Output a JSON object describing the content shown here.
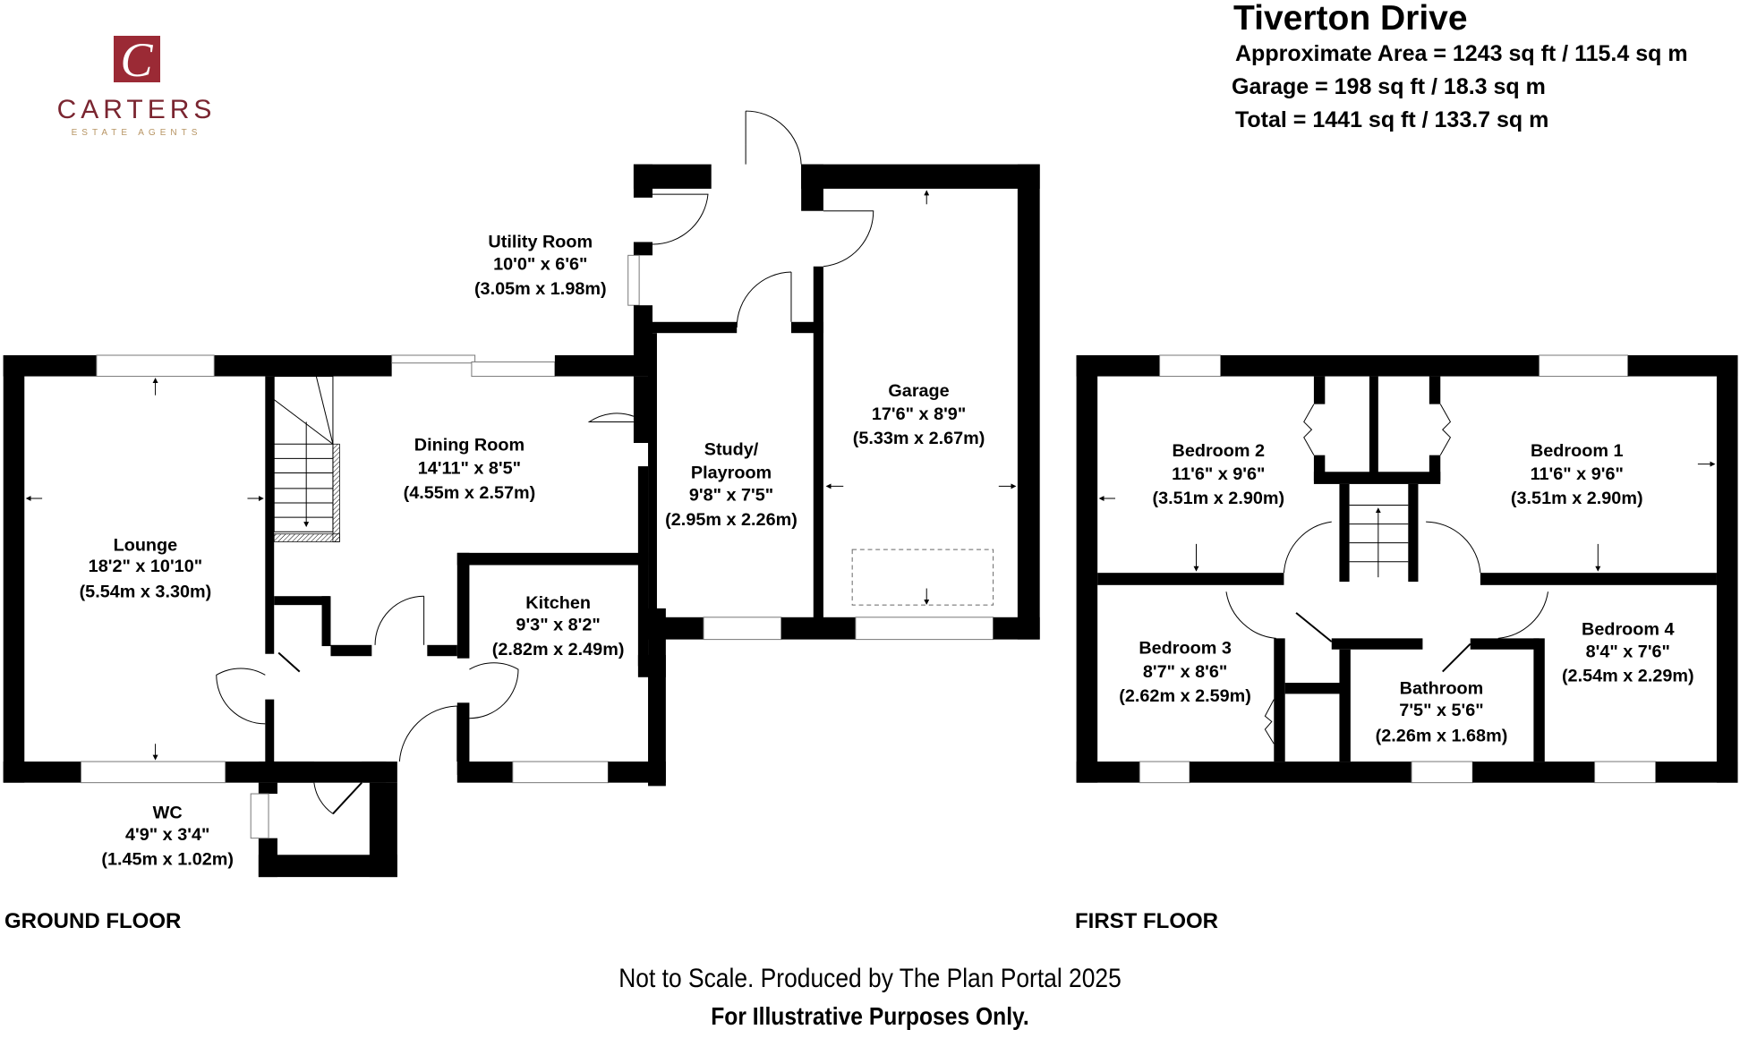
{
  "brand": {
    "logo_letter": "C",
    "name": "CARTERS",
    "tagline": "ESTATE AGENTS",
    "colors": {
      "mark": "#9b2a35",
      "name": "#7a2530",
      "tagline": "#b79463"
    }
  },
  "header": {
    "title": "Tiverton Drive",
    "approx_area": "Approximate Area = 1243 sq ft / 115.4 sq m",
    "garage_area": "Garage = 198 sq ft / 18.3 sq m",
    "total_area": "Total = 1441 sq ft / 133.7 sq m"
  },
  "ground_floor": {
    "label": "GROUND FLOOR",
    "rooms": {
      "lounge": {
        "name": "Lounge",
        "imperial": "18'2\" x 10'10\"",
        "metric": "(5.54m x 3.30m)"
      },
      "dining": {
        "name": "Dining Room",
        "imperial": "14'11\" x 8'5\"",
        "metric": "(4.55m x 2.57m)"
      },
      "kitchen": {
        "name": "Kitchen",
        "imperial": "9'3\" x 8'2\"",
        "metric": "(2.82m x 2.49m)"
      },
      "wc": {
        "name": "WC",
        "imperial": "4'9\" x 3'4\"",
        "metric": "(1.45m x 1.02m)"
      },
      "utility": {
        "name": "Utility Room",
        "imperial": "10'0\" x 6'6\"",
        "metric": "(3.05m x 1.98m)"
      },
      "study": {
        "name_line1": "Study/",
        "name_line2": "Playroom",
        "imperial": "9'8\" x 7'5\"",
        "metric": "(2.95m x 2.26m)"
      },
      "garage": {
        "name": "Garage",
        "imperial": "17'6\" x 8'9\"",
        "metric": "(5.33m x 2.67m)"
      }
    }
  },
  "first_floor": {
    "label": "FIRST FLOOR",
    "rooms": {
      "bedroom1": {
        "name": "Bedroom 1",
        "imperial": "11'6\" x 9'6\"",
        "metric": "(3.51m x 2.90m)"
      },
      "bedroom2": {
        "name": "Bedroom 2",
        "imperial": "11'6\" x 9'6\"",
        "metric": "(3.51m x 2.90m)"
      },
      "bedroom3": {
        "name": "Bedroom 3",
        "imperial": "8'7\" x 8'6\"",
        "metric": "(2.62m x 2.59m)"
      },
      "bedroom4": {
        "name": "Bedroom 4",
        "imperial": "8'4\" x 7'6\"",
        "metric": "(2.54m x 2.29m)"
      },
      "bathroom": {
        "name": "Bathroom",
        "imperial": "7'5\" x 5'6\"",
        "metric": "(2.26m x 1.68m)"
      }
    }
  },
  "footer": {
    "disclaimer": "Not to Scale. Produced by The Plan Portal 2025",
    "note": "For Illustrative Purposes Only."
  }
}
